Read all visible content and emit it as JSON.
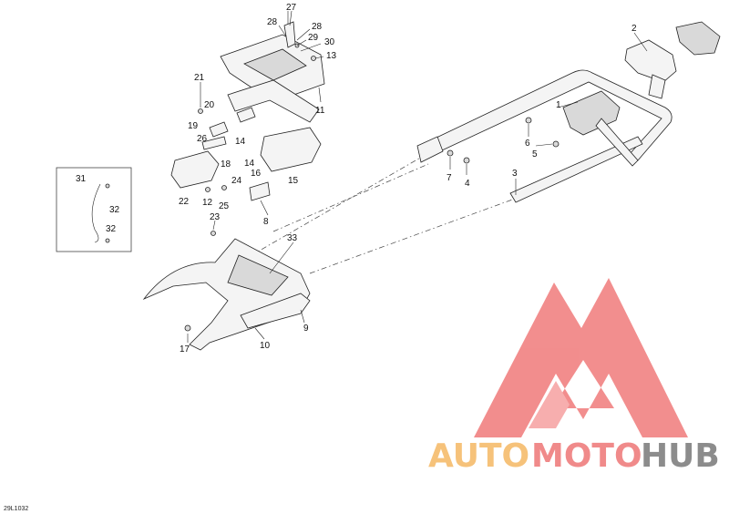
{
  "figure_code": "29L1032",
  "callouts": [
    {
      "id": "c27",
      "label": "27"
    },
    {
      "id": "c28a",
      "label": "28"
    },
    {
      "id": "c28b",
      "label": "28"
    },
    {
      "id": "c29",
      "label": "29"
    },
    {
      "id": "c30",
      "label": "30"
    },
    {
      "id": "c13",
      "label": "13"
    },
    {
      "id": "c11",
      "label": "11"
    },
    {
      "id": "c21",
      "label": "21"
    },
    {
      "id": "c20",
      "label": "20"
    },
    {
      "id": "c19",
      "label": "19"
    },
    {
      "id": "c26",
      "label": "26"
    },
    {
      "id": "c14a",
      "label": "14"
    },
    {
      "id": "c14b",
      "label": "14"
    },
    {
      "id": "c15",
      "label": "15"
    },
    {
      "id": "c18",
      "label": "18"
    },
    {
      "id": "c16",
      "label": "16"
    },
    {
      "id": "c24",
      "label": "24"
    },
    {
      "id": "c25",
      "label": "25"
    },
    {
      "id": "c12",
      "label": "12"
    },
    {
      "id": "c22",
      "label": "22"
    },
    {
      "id": "c8",
      "label": "8"
    },
    {
      "id": "c23",
      "label": "23"
    },
    {
      "id": "c33",
      "label": "33"
    },
    {
      "id": "c9",
      "label": "9"
    },
    {
      "id": "c10",
      "label": "10"
    },
    {
      "id": "c17",
      "label": "17"
    },
    {
      "id": "c31",
      "label": "31"
    },
    {
      "id": "c32a",
      "label": "32"
    },
    {
      "id": "c32b",
      "label": "32"
    },
    {
      "id": "c2",
      "label": "2"
    },
    {
      "id": "c1",
      "label": "1"
    },
    {
      "id": "c6",
      "label": "6"
    },
    {
      "id": "c5",
      "label": "5"
    },
    {
      "id": "c7",
      "label": "7"
    },
    {
      "id": "c4",
      "label": "4"
    },
    {
      "id": "c3",
      "label": "3"
    }
  ],
  "watermark": {
    "text_auto": "AUTO",
    "text_moto": "MOTO",
    "text_hub": "HUB",
    "color_auto": "#f6c27a",
    "color_moto": "#f08a8a",
    "color_hub": "#8c8c8c",
    "logo_color": "#f07a7a"
  }
}
